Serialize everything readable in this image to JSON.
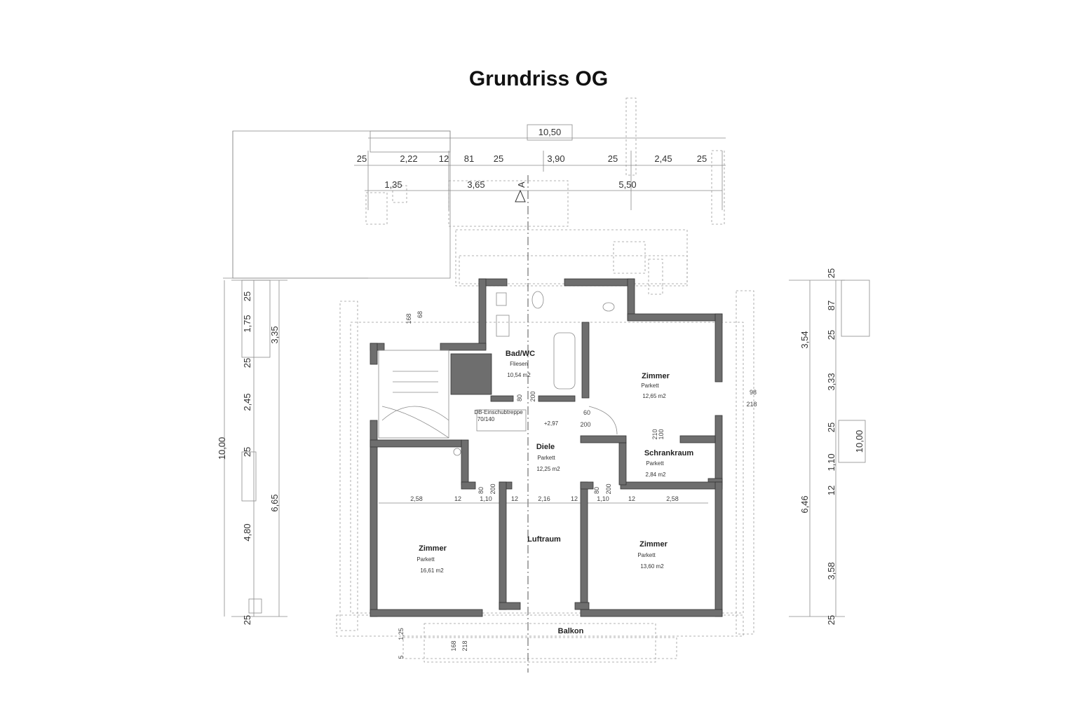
{
  "title": "Grundriss OG",
  "section_marker": "A",
  "top_dims": {
    "overall": "10,50",
    "row2": [
      "25",
      "2,22",
      "12",
      "81",
      "25",
      "3,90",
      "25",
      "2,45",
      "25"
    ],
    "row3": [
      "1,35",
      "3,65",
      "5,50"
    ]
  },
  "left_dims": {
    "overall": "10,00",
    "outer": [
      "25",
      "1,75",
      "25",
      "2,45",
      "25",
      "4,80",
      "25"
    ],
    "inner": [
      "3,35",
      "6,65"
    ],
    "bottom_small": [
      "5",
      "1,25"
    ]
  },
  "right_dims": {
    "overall": "10,00",
    "inner": [
      "3,54",
      "6,46"
    ],
    "outer": [
      "25",
      "87",
      "25",
      "3,33",
      "25",
      "1,10",
      "12",
      "3,58",
      "25"
    ]
  },
  "mid_dims": [
    "2,58",
    "12",
    "1,10",
    "12",
    "2,16",
    "12",
    "1,10",
    "12",
    "2,58"
  ],
  "rooms": {
    "bad": {
      "name": "Bad/WC",
      "floor": "Fliesen",
      "area": "10,54 m2"
    },
    "zimmer_ne": {
      "name": "Zimmer",
      "floor": "Parkett",
      "area": "12,65 m2"
    },
    "diele": {
      "name": "Diele",
      "floor": "Parkett",
      "area": "12,25 m2"
    },
    "schrank": {
      "name": "Schrankraum",
      "floor": "Parkett",
      "area": "2,84 m2"
    },
    "zimmer_sw": {
      "name": "Zimmer",
      "floor": "Parkett",
      "area": "16,61 m2"
    },
    "zimmer_se": {
      "name": "Zimmer",
      "floor": "Parkett",
      "area": "13,60 m2"
    },
    "luftraum": {
      "name": "Luftraum"
    },
    "balkon": {
      "name": "Balkon"
    }
  },
  "annotations": {
    "level": "+2,97",
    "stair_note": "DB-Einschubtreppe",
    "stair_size": "70/140",
    "door_heights": [
      "168",
      "68",
      "80",
      "200",
      "60",
      "200",
      "100",
      "210",
      "80",
      "200",
      "80",
      "200",
      "98",
      "218",
      "168",
      "218"
    ]
  }
}
